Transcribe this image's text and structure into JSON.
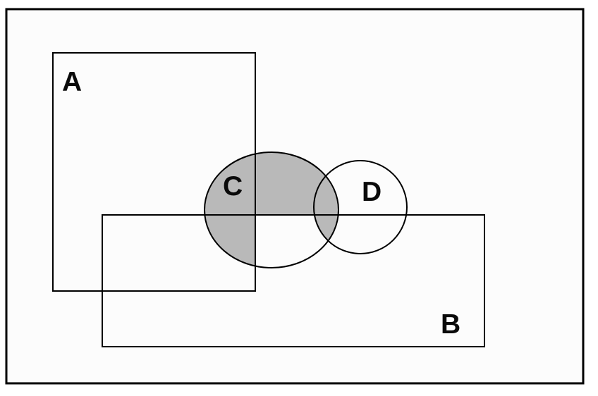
{
  "diagram": {
    "labels": {
      "a": "A",
      "b": "B",
      "c": "C",
      "d": "D"
    },
    "colors": {
      "page_background": "#ffffff",
      "canvas_background": "#fcfcfc",
      "stroke": "#000000",
      "shade": "#b9b9b9"
    }
  }
}
